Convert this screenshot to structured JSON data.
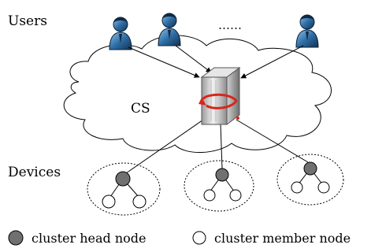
{
  "labels": {
    "users": "Users",
    "dots": "……",
    "cs": "CS",
    "devices": "Devices"
  },
  "legend": {
    "head": "cluster head node",
    "member": "cluster member node"
  },
  "colors": {
    "head_fill": "#707070",
    "user_body": "#1f4d78",
    "user_light": "#6fa9d8",
    "server_red": "#d9261c"
  },
  "icons": {
    "user": "user-person-icon",
    "server": "server-icon",
    "cloud": "cloud-icon"
  }
}
